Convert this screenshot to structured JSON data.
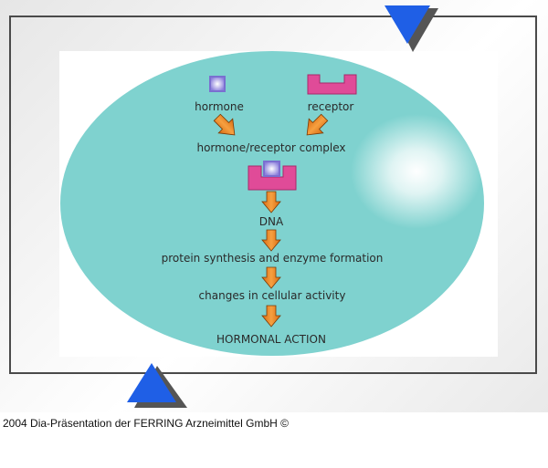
{
  "diagram": {
    "labels": {
      "hormone": "hormone",
      "receptor": "receptor",
      "complex": "hormone/receptor complex",
      "dna": "DNA",
      "protein_synthesis": "protein synthesis and enzyme formation",
      "cellular_activity": "changes in cellular activity",
      "hormonal_action": "HORMONAL ACTION"
    },
    "colors": {
      "cell": "#7fd2cf",
      "receptor": "#e04b98",
      "hormone": "#9a8ee0",
      "arrow": "#f08a1e",
      "triangle": "#1f5fe6"
    }
  },
  "footer": {
    "text": "2004 Dia-Präsentation der FERRING Arzneimittel GmbH ©"
  }
}
